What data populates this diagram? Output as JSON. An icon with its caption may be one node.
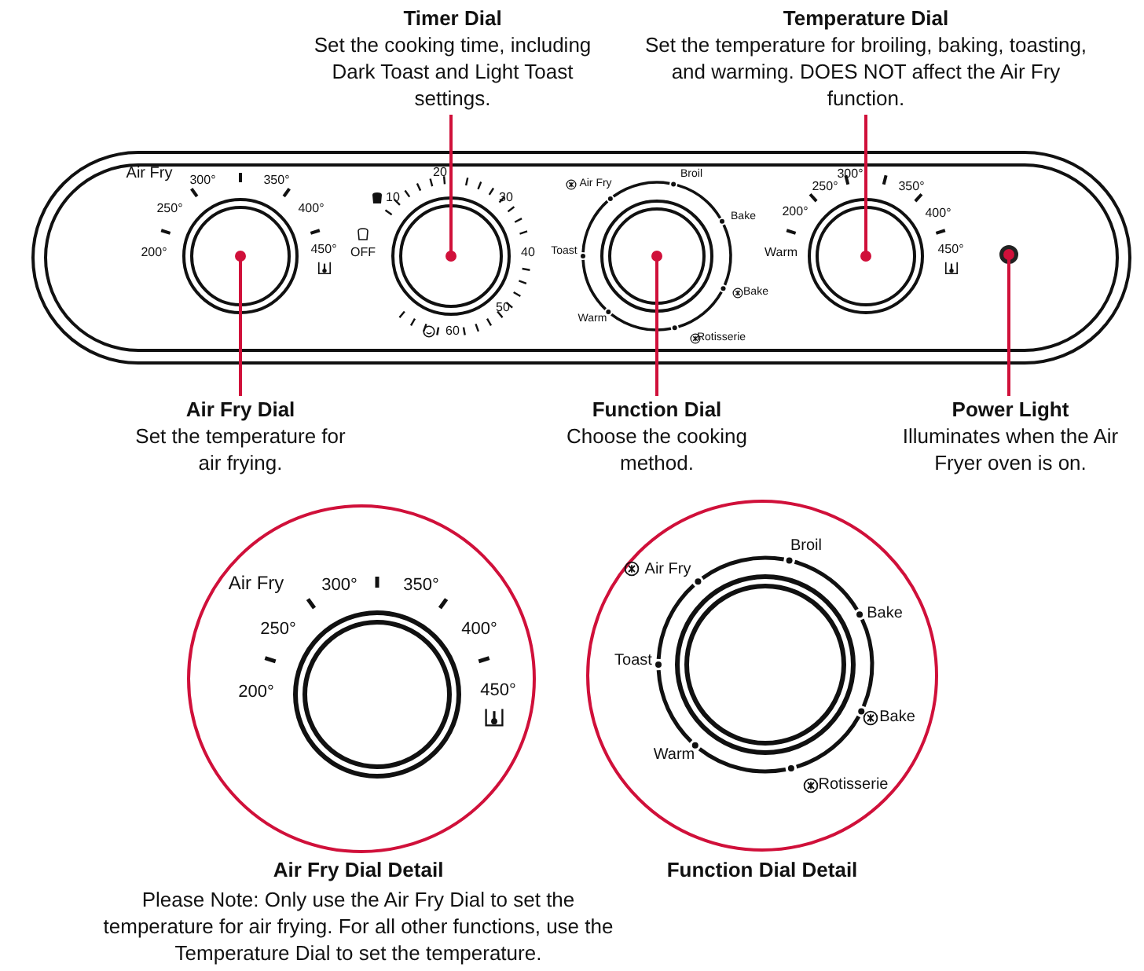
{
  "diagram": {
    "nodes": [
      {
        "text": [
          "Timer Dial",
          "Set the cooking time, including Dark Toast and Light Toast settings."
        ]
      },
      {
        "text": [
          "Temperature Dial",
          "Set the temperature for broiling, baking, toasting, and warming. DOES NOT affect the Air Fry function."
        ]
      },
      {
        "text": [],
        "shape": "box"
      },
      {
        "text": [],
        "shape": "circle",
        "in": 2
      },
      {
        "text": [],
        "shape": "circle",
        "in": 2
      },
      {
        "text": [],
        "shape": "circle",
        "in": 2
      },
      {
        "text": [],
        "shape": "circle",
        "in": 2
      },
      {
        "text": [],
        "shape": "circle",
        "in": 2
      },
      {
        "text": [
          "Air Fry Dial",
          "Set the temperature for air frying."
        ]
      },
      {
        "text": [
          "Function Dial",
          "Choose the cooking method."
        ]
      },
      {
        "text": [
          "Power Light",
          "Illuminates when the Air Fryer oven is on."
        ]
      },
      {
        "text": [],
        "shape": "circle",
        "beside": [
          "Air Fry Dial Detail",
          "Please Note: Only use the Air Fry Dial to set the temperature for air frying. For all other functions, use the Temperature Dial to set the temperature."
        ]
      },
      {
        "text": [],
        "shape": "circle",
        "beside": [
          "Function Dial Detail"
        ]
      }
    ],
    "edges": [
      {
        "from": 0,
        "to": 4,
        "arrow": "other"
      },
      {
        "from": 1,
        "to": 6,
        "arrow": "other"
      },
      {
        "from": 8,
        "to": 3,
        "arrow": "other"
      },
      {
        "from": 9,
        "to": 5,
        "arrow": "other"
      },
      {
        "from": 10,
        "to": 7,
        "arrow": "other"
      }
    ],
    "labels": [
      "Air Fry",
      "200°",
      "250°",
      "300°",
      "350°",
      "400°",
      "450°",
      "OFF",
      "10",
      "20",
      "30",
      "40",
      "50",
      "60",
      "Air Fry",
      "Broil",
      "Bake",
      "Toast",
      "Bake",
      "Warm",
      "Rotisserie",
      "Warm",
      "200°",
      "250°",
      "300°",
      "350°",
      "400°",
      "450°",
      "Air Fry",
      "300°",
      "350°",
      "250°",
      "400°",
      "200°",
      "450°",
      "Air Fry",
      "Broil",
      "Bake",
      "Toast",
      "Bake",
      "Warm",
      "Rotisserie"
    ]
  }
}
